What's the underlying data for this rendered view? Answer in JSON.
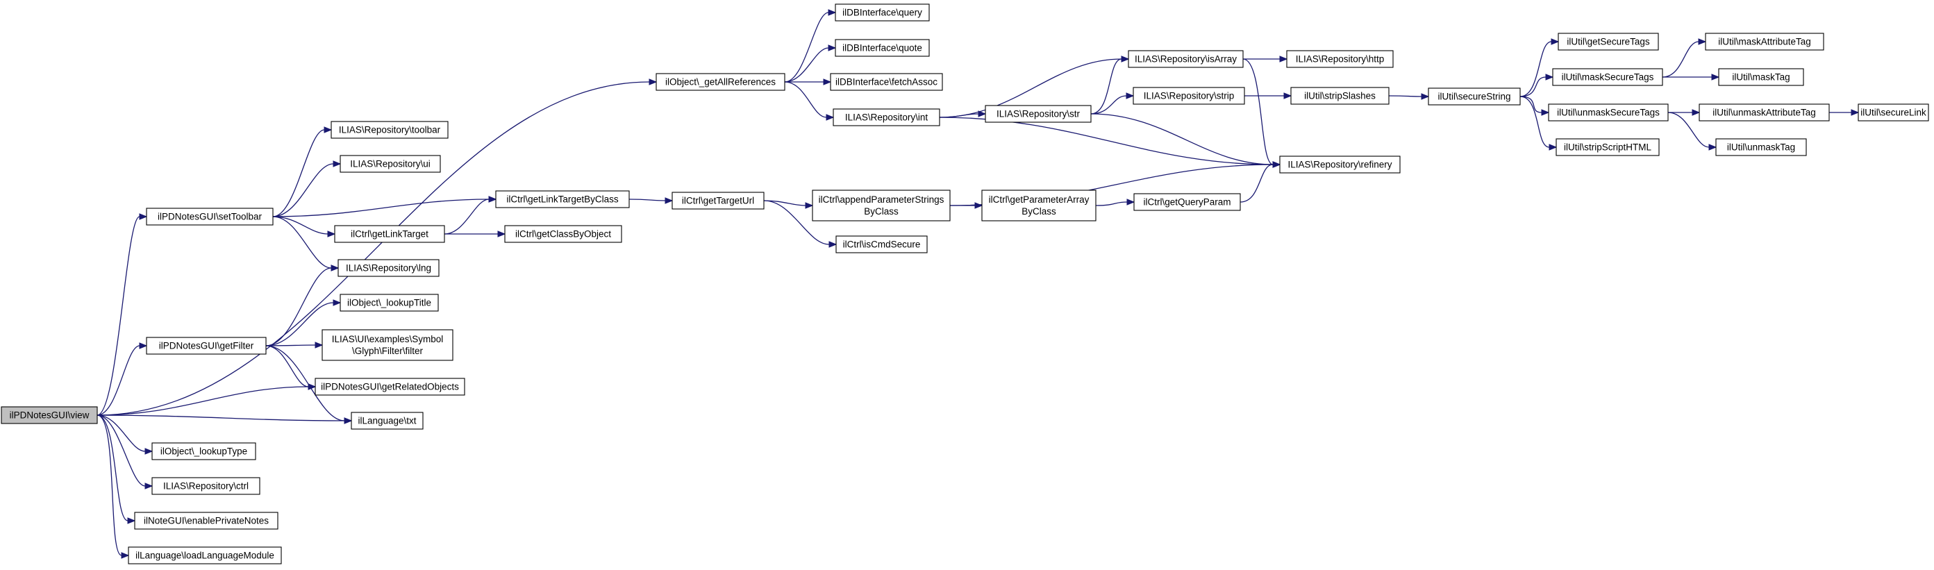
{
  "colors": {
    "edge": "#191970",
    "node_fill": "#ffffff",
    "root_fill": "#bfbfbf",
    "border": "#000000"
  },
  "nodes": [
    {
      "id": "view",
      "lines": [
        "ilPDNotesGUI\\view"
      ],
      "root": true
    },
    {
      "id": "getAllReferences",
      "lines": [
        "ilObject\\_getAllReferences"
      ]
    },
    {
      "id": "setToolbar",
      "lines": [
        "ilPDNotesGUI\\setToolbar"
      ]
    },
    {
      "id": "getFilter",
      "lines": [
        "ilPDNotesGUI\\getFilter"
      ]
    },
    {
      "id": "getRelatedObjects",
      "lines": [
        "ilPDNotesGUI\\getRelatedObjects"
      ]
    },
    {
      "id": "txt",
      "lines": [
        "ilLanguage\\txt"
      ]
    },
    {
      "id": "lookupType",
      "lines": [
        "ilObject\\_lookupType"
      ]
    },
    {
      "id": "ctrl",
      "lines": [
        "ILIAS\\Repository\\ctrl"
      ]
    },
    {
      "id": "enablePrivateNotes",
      "lines": [
        "ilNoteGUI\\enablePrivateNotes"
      ]
    },
    {
      "id": "loadLanguageModule",
      "lines": [
        "ilLanguage\\loadLanguageModule"
      ]
    },
    {
      "id": "query",
      "lines": [
        "ilDBInterface\\query"
      ]
    },
    {
      "id": "quote",
      "lines": [
        "ilDBInterface\\quote"
      ]
    },
    {
      "id": "fetchAssoc",
      "lines": [
        "ilDBInterface\\fetchAssoc"
      ]
    },
    {
      "id": "int",
      "lines": [
        "ILIAS\\Repository\\int"
      ]
    },
    {
      "id": "toolbar",
      "lines": [
        "ILIAS\\Repository\\toolbar"
      ]
    },
    {
      "id": "ui",
      "lines": [
        "ILIAS\\Repository\\ui"
      ]
    },
    {
      "id": "getLinkTargetByClass",
      "lines": [
        "ilCtrl\\getLinkTargetByClass"
      ]
    },
    {
      "id": "getLinkTarget",
      "lines": [
        "ilCtrl\\getLinkTarget"
      ]
    },
    {
      "id": "lng",
      "lines": [
        "ILIAS\\Repository\\lng"
      ]
    },
    {
      "id": "lookupTitle",
      "lines": [
        "ilObject\\_lookupTitle"
      ]
    },
    {
      "id": "glyphFilter",
      "lines": [
        "ILIAS\\UI\\examples\\Symbol",
        "\\Glyph\\Filter\\filter"
      ]
    },
    {
      "id": "getClassByObject",
      "lines": [
        "ilCtrl\\getClassByObject"
      ]
    },
    {
      "id": "getTargetUrl",
      "lines": [
        "ilCtrl\\getTargetUrl"
      ]
    },
    {
      "id": "appendParameterStrings",
      "lines": [
        "ilCtrl\\appendParameterStrings",
        "ByClass"
      ]
    },
    {
      "id": "isCmdSecure",
      "lines": [
        "ilCtrl\\isCmdSecure"
      ]
    },
    {
      "id": "getParameterArray",
      "lines": [
        "ilCtrl\\getParameterArray",
        "ByClass"
      ]
    },
    {
      "id": "getQueryParam",
      "lines": [
        "ilCtrl\\getQueryParam"
      ]
    },
    {
      "id": "str",
      "lines": [
        "ILIAS\\Repository\\str"
      ]
    },
    {
      "id": "isArray",
      "lines": [
        "ILIAS\\Repository\\isArray"
      ]
    },
    {
      "id": "strip",
      "lines": [
        "ILIAS\\Repository\\strip"
      ]
    },
    {
      "id": "refinery",
      "lines": [
        "ILIAS\\Repository\\refinery"
      ]
    },
    {
      "id": "http",
      "lines": [
        "ILIAS\\Repository\\http"
      ]
    },
    {
      "id": "stripSlashes",
      "lines": [
        "ilUtil\\stripSlashes"
      ]
    },
    {
      "id": "secureString",
      "lines": [
        "ilUtil\\secureString"
      ]
    },
    {
      "id": "getSecureTags",
      "lines": [
        "ilUtil\\getSecureTags"
      ]
    },
    {
      "id": "maskSecureTags",
      "lines": [
        "ilUtil\\maskSecureTags"
      ]
    },
    {
      "id": "unmaskSecureTags",
      "lines": [
        "ilUtil\\unmaskSecureTags"
      ]
    },
    {
      "id": "stripScriptHTML",
      "lines": [
        "ilUtil\\stripScriptHTML"
      ]
    },
    {
      "id": "maskAttributeTag",
      "lines": [
        "ilUtil\\maskAttributeTag"
      ]
    },
    {
      "id": "maskTag",
      "lines": [
        "ilUtil\\maskTag"
      ]
    },
    {
      "id": "unmaskAttributeTag",
      "lines": [
        "ilUtil\\unmaskAttributeTag"
      ]
    },
    {
      "id": "unmaskTag",
      "lines": [
        "ilUtil\\unmaskTag"
      ]
    },
    {
      "id": "secureLink",
      "lines": [
        "ilUtil\\secureLink"
      ]
    }
  ],
  "edges": [
    [
      "view",
      "getAllReferences"
    ],
    [
      "view",
      "setToolbar"
    ],
    [
      "view",
      "getFilter"
    ],
    [
      "view",
      "getRelatedObjects"
    ],
    [
      "view",
      "txt"
    ],
    [
      "view",
      "lookupType"
    ],
    [
      "view",
      "ctrl"
    ],
    [
      "view",
      "enablePrivateNotes"
    ],
    [
      "view",
      "loadLanguageModule"
    ],
    [
      "getAllReferences",
      "query"
    ],
    [
      "getAllReferences",
      "quote"
    ],
    [
      "getAllReferences",
      "fetchAssoc"
    ],
    [
      "getAllReferences",
      "int"
    ],
    [
      "setToolbar",
      "toolbar"
    ],
    [
      "setToolbar",
      "ui"
    ],
    [
      "setToolbar",
      "getLinkTargetByClass"
    ],
    [
      "setToolbar",
      "getLinkTarget"
    ],
    [
      "setToolbar",
      "lng"
    ],
    [
      "getFilter",
      "lng"
    ],
    [
      "getFilter",
      "lookupTitle"
    ],
    [
      "getFilter",
      "glyphFilter"
    ],
    [
      "getFilter",
      "getRelatedObjects"
    ],
    [
      "getFilter",
      "txt"
    ],
    [
      "getLinkTarget",
      "getLinkTargetByClass"
    ],
    [
      "getLinkTarget",
      "getClassByObject"
    ],
    [
      "getLinkTargetByClass",
      "getTargetUrl"
    ],
    [
      "getTargetUrl",
      "appendParameterStrings"
    ],
    [
      "getTargetUrl",
      "isCmdSecure"
    ],
    [
      "appendParameterStrings",
      "getParameterArray"
    ],
    [
      "appendParameterStrings",
      "refinery"
    ],
    [
      "getParameterArray",
      "getQueryParam"
    ],
    [
      "getQueryParam",
      "refinery"
    ],
    [
      "int",
      "isArray"
    ],
    [
      "int",
      "str"
    ],
    [
      "int",
      "refinery"
    ],
    [
      "str",
      "isArray"
    ],
    [
      "str",
      "strip"
    ],
    [
      "str",
      "refinery"
    ],
    [
      "isArray",
      "http"
    ],
    [
      "isArray",
      "refinery"
    ],
    [
      "strip",
      "stripSlashes"
    ],
    [
      "stripSlashes",
      "secureString"
    ],
    [
      "secureString",
      "getSecureTags"
    ],
    [
      "secureString",
      "maskSecureTags"
    ],
    [
      "secureString",
      "unmaskSecureTags"
    ],
    [
      "secureString",
      "stripScriptHTML"
    ],
    [
      "maskSecureTags",
      "maskAttributeTag"
    ],
    [
      "maskSecureTags",
      "maskTag"
    ],
    [
      "unmaskSecureTags",
      "unmaskAttributeTag"
    ],
    [
      "unmaskSecureTags",
      "unmaskTag"
    ],
    [
      "unmaskAttributeTag",
      "secureLink"
    ]
  ]
}
